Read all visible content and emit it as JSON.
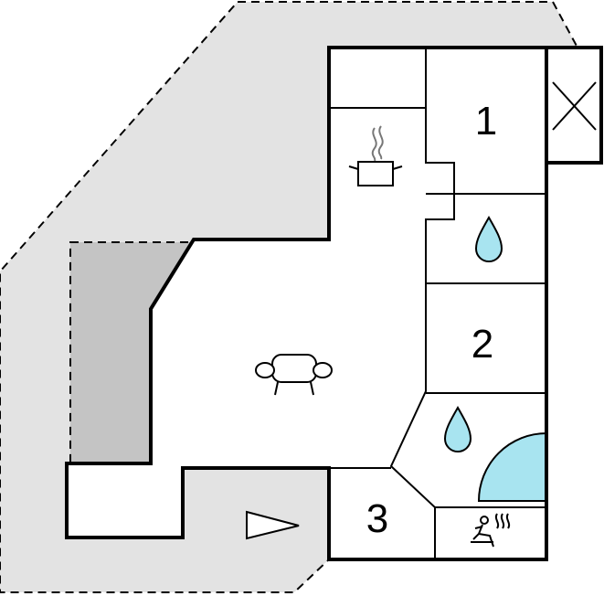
{
  "colors": {
    "terrace": "#e3e3e3",
    "covered_terrace": "#c4c4c4",
    "wall": "#000000",
    "water": "#a8e4f0"
  },
  "rooms": {
    "room_1": {
      "label": "1"
    },
    "room_2": {
      "label": "2"
    },
    "room_3": {
      "label": "3"
    }
  },
  "symbols": [
    "cooking-pot-icon",
    "sofa-icon",
    "water-drop-icon",
    "water-drop-icon",
    "sauna-icon",
    "entrance-arrow-icon",
    "void-cross-icon",
    "spa-pool"
  ]
}
